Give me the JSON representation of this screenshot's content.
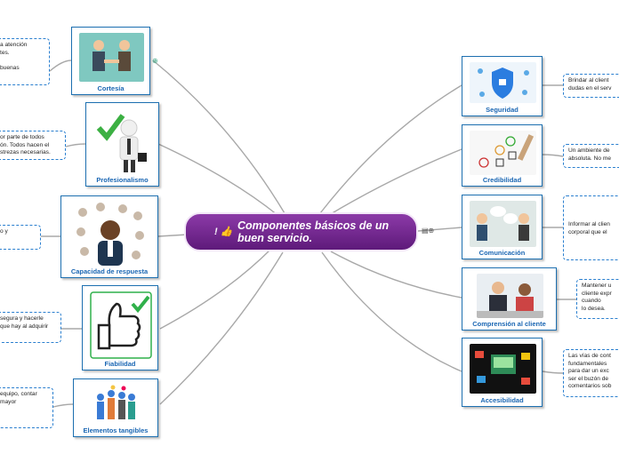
{
  "center": {
    "title": "Componentes básicos de un buen servicio.",
    "icons": "! 👍"
  },
  "left_nodes": [
    {
      "label": "Cortesía",
      "image": "handshake-businessmen-icon",
      "note": "a atención\ntes.\n\nbuenas"
    },
    {
      "label": "Profesionalismo",
      "image": "businessman-checkmark-icon",
      "note": "or parte de todos\nón. Todos hacen el\nstrezas necesarias."
    },
    {
      "label": "Capacidad de respuesta",
      "image": "phone-support-crowd-icon",
      "note": "o y"
    },
    {
      "label": "Fiabilidad",
      "image": "thumbs-up-check-icon",
      "note": "segura y hacerle\nque hay al adquirir"
    },
    {
      "label": "Elementos tangibles",
      "image": "team-group-icon",
      "note": "equipo, contar\nmayor"
    }
  ],
  "right_nodes": [
    {
      "label": "Seguridad",
      "image": "security-shield-icon",
      "note": "Brindar al client\ndudas en el serv"
    },
    {
      "label": "Credibilidad",
      "image": "feedback-faces-icon",
      "note": "Un ambiente de\nabsoluta. No me"
    },
    {
      "label": "Comunicación",
      "image": "dialogue-people-icon",
      "note": "Informar al clien\ncorporal que el"
    },
    {
      "label": "Comprensión al cliente",
      "image": "meeting-people-icon",
      "note": "Mantener u\ncliente expr\ncuando\nlo desea."
    },
    {
      "label": "Accesibilidad",
      "image": "online-access-icon",
      "note": "Las vías de cont\nfundamentales\npara dar un exc\nser el buzón de\ncomentarios sob"
    }
  ]
}
